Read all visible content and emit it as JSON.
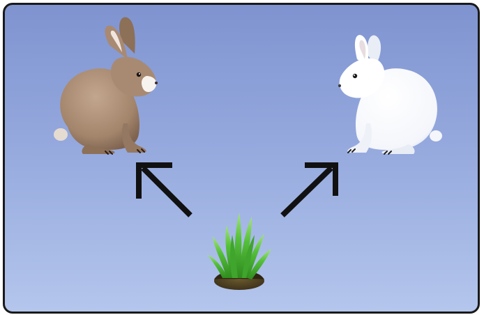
{
  "diagram": {
    "background_top": "#7f93d0",
    "background_bottom": "#b4c6ec",
    "nodes": [
      {
        "id": "grass",
        "icon": "grass-tuft-icon",
        "color": "#4caf3e"
      },
      {
        "id": "brown-rabbit",
        "icon": "brown-rabbit-icon",
        "color": "#a88a72"
      },
      {
        "id": "white-rabbit",
        "icon": "white-rabbit-icon",
        "color": "#ffffff"
      }
    ],
    "edges": [
      {
        "from": "grass",
        "to": "brown-rabbit",
        "icon": "arrow-up-left-icon"
      },
      {
        "from": "grass",
        "to": "white-rabbit",
        "icon": "arrow-up-right-icon"
      }
    ],
    "arrow_color": "#111111"
  }
}
